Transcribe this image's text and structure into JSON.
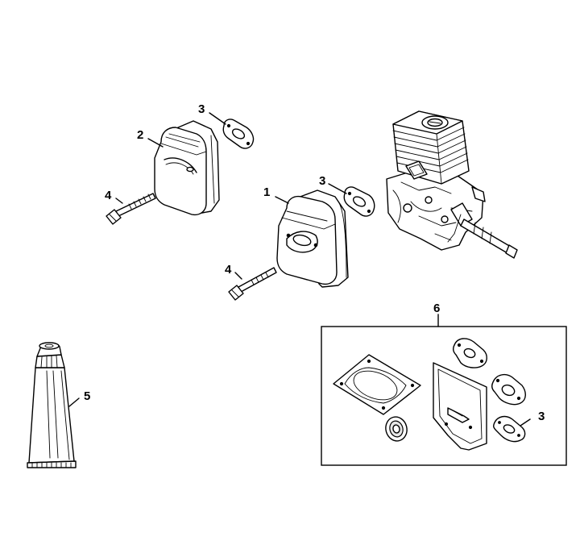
{
  "callouts": {
    "c1": "1",
    "c2": "2",
    "c3a": "3",
    "c3b": "3",
    "c3c": "3",
    "c4a": "4",
    "c4b": "4",
    "c5": "5",
    "c6": "6"
  }
}
